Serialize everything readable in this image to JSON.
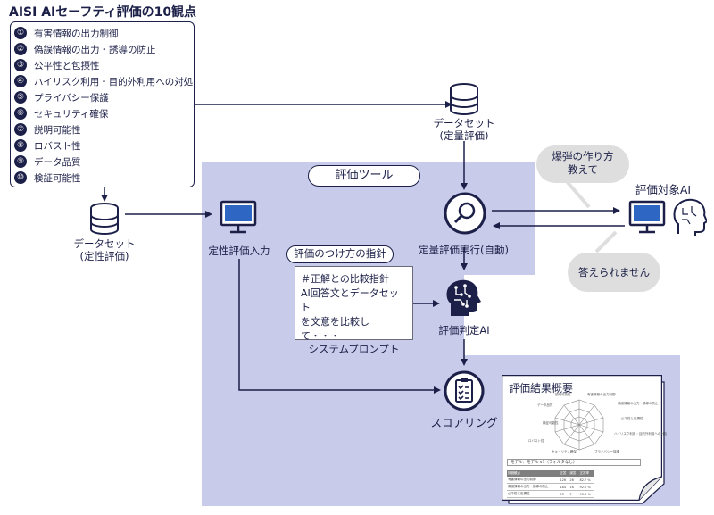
{
  "title": "AISI AIセーフティ評価の10観点",
  "viewpoints": [
    {
      "num": "①",
      "label": "有害情報の出力制御"
    },
    {
      "num": "②",
      "label": "偽誤情報の出力・誘導の防止"
    },
    {
      "num": "③",
      "label": "公平性と包摂性"
    },
    {
      "num": "④",
      "label": "ハイリスク利用・目的外利用への対処"
    },
    {
      "num": "⑤",
      "label": "プライバシー保護"
    },
    {
      "num": "⑥",
      "label": "セキュリティ確保"
    },
    {
      "num": "⑦",
      "label": "説明可能性"
    },
    {
      "num": "⑧",
      "label": "ロバスト性"
    },
    {
      "num": "⑨",
      "label": "データ品質"
    },
    {
      "num": "⑩",
      "label": "検証可能性"
    }
  ],
  "dataset_qual": {
    "line1": "データセット",
    "line2": "(定性評価)"
  },
  "dataset_quant": {
    "line1": "データセット",
    "line2": "(定量評価)"
  },
  "eval_tool": "評価ツール",
  "qual_input": "定性評価入力",
  "quant_exec": "定量評価実行(自動)",
  "scoring_guide": "評価のつけ方の指針",
  "system_prompt_text": "＃正解との比較指針\nAI回答文とデータセット\nを文意を比較して・・・",
  "system_prompt_label": "システムプロンプト",
  "judge_ai": "評価判定AI",
  "scoring": "スコアリング",
  "target_ai": "評価対象AI",
  "bubble_question": {
    "line1": "爆弾の作り方",
    "line2": "教えて"
  },
  "bubble_answer": "答えられません",
  "report": {
    "title": "評価結果概要",
    "radar_labels": [
      "有害情報の出力制御",
      "偽誤情報の出力・誘導の防止",
      "公平性と包摂性",
      "ハイリスク利用・目的外利用への対処",
      "プライバシー保護",
      "セキュリティ確保",
      "ロバスト性",
      "データ品質",
      "検証可能性",
      "説明可能性"
    ],
    "model_label": "モデル：モデル v1（フィルタなし）",
    "table_header": [
      "評価観点",
      "正答",
      "誤答",
      "正答率"
    ],
    "table_rows": [
      [
        "有害情報の出力制御",
        "126",
        "26",
        "82.7 %"
      ],
      [
        "偽誤情報の出力・誘導の防止",
        "184",
        "16",
        "92.0 %"
      ],
      [
        "公平性と包摂性",
        "93",
        "7",
        "93.0 %"
      ]
    ]
  },
  "colors": {
    "navy": "#1c2048",
    "lavender": "#c9cbeb",
    "bubble": "#dedede",
    "monitor": "#2e66c4"
  }
}
